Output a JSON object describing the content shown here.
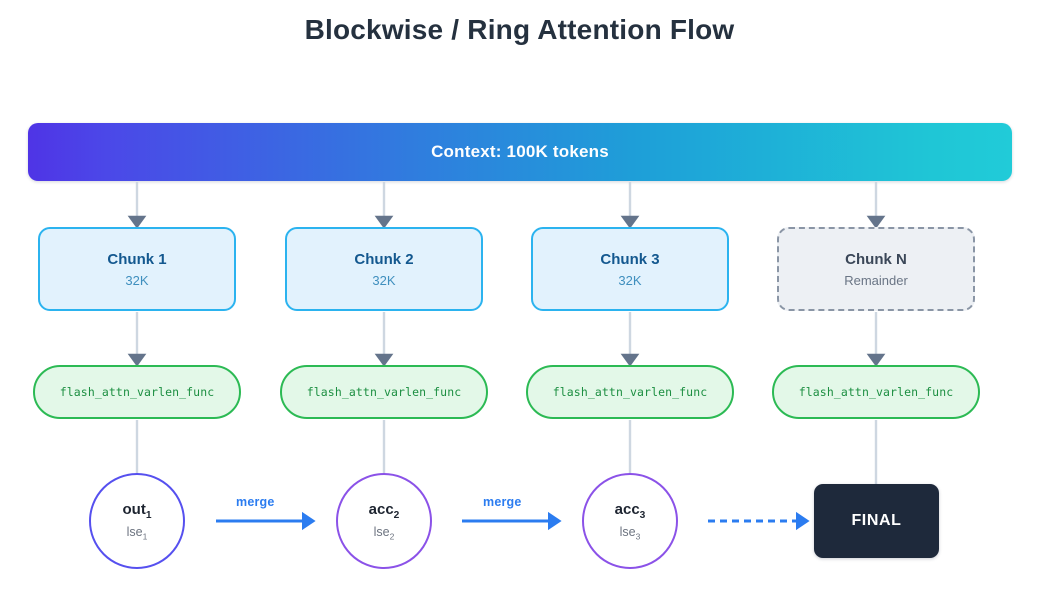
{
  "title": "Blockwise / Ring Attention Flow",
  "context": {
    "label": "Context: 100K tokens",
    "gradient_start": "#4f34e6",
    "gradient_end": "#21cbd8"
  },
  "chunks": [
    {
      "title": "Chunk 1",
      "sub": "32K",
      "style": "solid"
    },
    {
      "title": "Chunk 2",
      "sub": "32K",
      "style": "solid"
    },
    {
      "title": "Chunk 3",
      "sub": "32K",
      "style": "solid"
    },
    {
      "title": "Chunk N",
      "sub": "Remainder",
      "style": "dashed"
    }
  ],
  "kernels": [
    {
      "label": "flash_attn_varlen_func"
    },
    {
      "label": "flash_attn_varlen_func"
    },
    {
      "label": "flash_attn_varlen_func"
    },
    {
      "label": "flash_attn_varlen_func"
    }
  ],
  "accumulators": [
    {
      "main": "out",
      "main_sub": "1",
      "sub": "lse",
      "sub_sub": "1",
      "color": "#5650ef"
    },
    {
      "main": "acc",
      "main_sub": "2",
      "sub": "lse",
      "sub_sub": "2",
      "color": "#8b52e8"
    },
    {
      "main": "acc",
      "main_sub": "3",
      "sub": "lse",
      "sub_sub": "3",
      "color": "#8b52e8"
    }
  ],
  "merges": [
    {
      "label": "merge"
    },
    {
      "label": "merge"
    }
  ],
  "final": {
    "label": "FINAL",
    "color": "#1e293b"
  },
  "connector_colors": {
    "line": "#ced7e1",
    "arrowhead": "#64748b",
    "flow_arrow": "#2b7cf0"
  }
}
